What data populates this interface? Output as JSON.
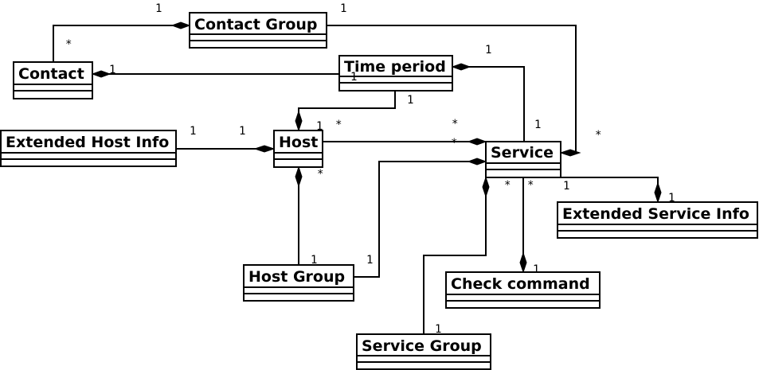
{
  "classes": {
    "contact_group": "Contact Group",
    "contact": "Contact",
    "time_period": "Time period",
    "extended_host_info": "Extended Host Info",
    "host": "Host",
    "service": "Service",
    "extended_service_info": "Extended Service Info",
    "host_group": "Host Group",
    "check_command": "Check command",
    "service_group": "Service Group"
  },
  "multiplicities": {
    "cg_contact_cg": "1",
    "cg_contact_contact": "*",
    "cg_service_cg": "1",
    "cg_service_service": "*",
    "tp_contact_contact": "1",
    "tp_contact_tp": "1",
    "tp_service_tp": "1",
    "tp_service_service": "1",
    "tp_host_tp": "1",
    "tp_host_host": "1",
    "ehi_host_ehi": "1",
    "ehi_host_host": "1",
    "host_service_host": "*",
    "host_service_service": "*",
    "host_hg_host": "*",
    "host_hg_hg": "1",
    "hg_service_hg": "1",
    "service_esi_service": "1",
    "service_esi_esi": "1",
    "service_cc_service": "*",
    "service_cc_cc": "1",
    "service_sg_service": "*",
    "service_sg_sg": "1"
  }
}
